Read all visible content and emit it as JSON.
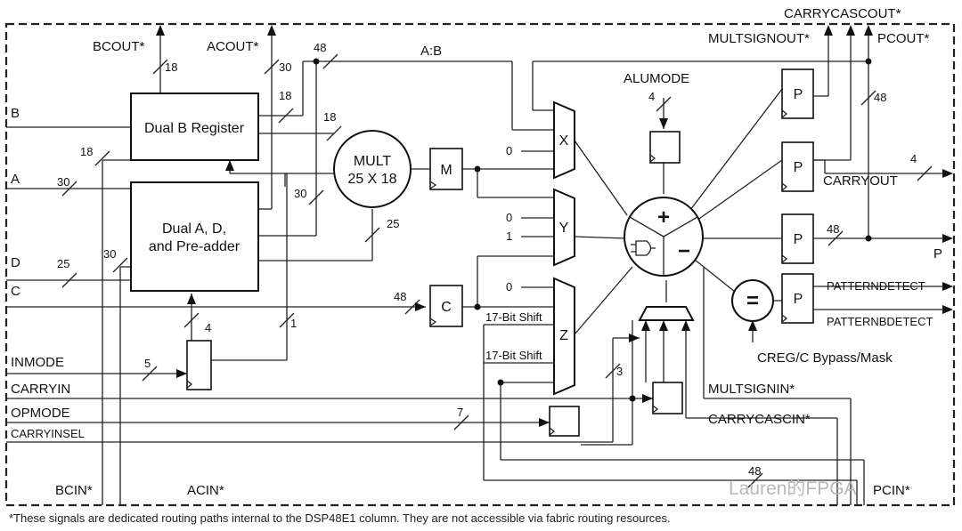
{
  "blocks": {
    "dual_b_register": "Dual B Register",
    "dual_a_line1": "Dual A, D,",
    "dual_a_line2": "and Pre-adder",
    "mult_line1": "MULT",
    "mult_line2": "25 X 18",
    "m_reg": "M",
    "c_reg": "C",
    "p_reg": "P",
    "mux_x": "X",
    "mux_y": "Y",
    "mux_z": "Z",
    "alu_plus": "+",
    "alu_minus": "−",
    "equals": "="
  },
  "inputs": {
    "b": "B",
    "a": "A",
    "d": "D",
    "c": "C",
    "inmode": "INMODE",
    "carryin": "CARRYIN",
    "opmode": "OPMODE",
    "carryinsel": "CARRYINSEL",
    "bcin": "BCIN*",
    "acin": "ACIN*",
    "alumode": "ALUMODE",
    "multsignin": "MULTSIGNIN*",
    "carrycascin": "CARRYCASCIN*",
    "pcin": "PCIN*",
    "creg_mask": "CREG/C Bypass/Mask"
  },
  "outputs": {
    "bcout": "BCOUT*",
    "acout": "ACOUT*",
    "carrycascout": "CARRYCASCOUT*",
    "multsignout": "MULTSIGNOUT*",
    "pcout": "PCOUT*",
    "carryout": "CARRYOUT",
    "p": "P",
    "patterndetect": "PATTERNDETECT",
    "patternbdetect": "PATTERNBDETECT"
  },
  "labels": {
    "ab": "A:B",
    "shift_17a": "17-Bit Shift",
    "shift_17b": "17-Bit Shift",
    "zero_x": "0",
    "zero_y": "0",
    "one_y": "1",
    "zero_z": "0"
  },
  "widths": {
    "bcout": "18",
    "acout": "30",
    "ab_bus": "48",
    "b_reg_out": "18",
    "b_to_mult": "18",
    "bcin": "18",
    "a_in": "30",
    "a_to_mult": "30",
    "d_in": "25",
    "acin": "30",
    "preadd_out": "25",
    "c_in": "48",
    "inmode_in": "5",
    "inmode_4": "4",
    "inmode_1": "1",
    "alumode": "4",
    "pcout": "48",
    "carryout": "4",
    "p_out": "48",
    "opmode": "7",
    "carryinsel": "3",
    "pcin": "48"
  },
  "footnote": "*These signals are dedicated routing paths internal to the DSP48E1 column. They are not accessible via fabric routing resources.",
  "watermark": "Lauren的FPGA"
}
